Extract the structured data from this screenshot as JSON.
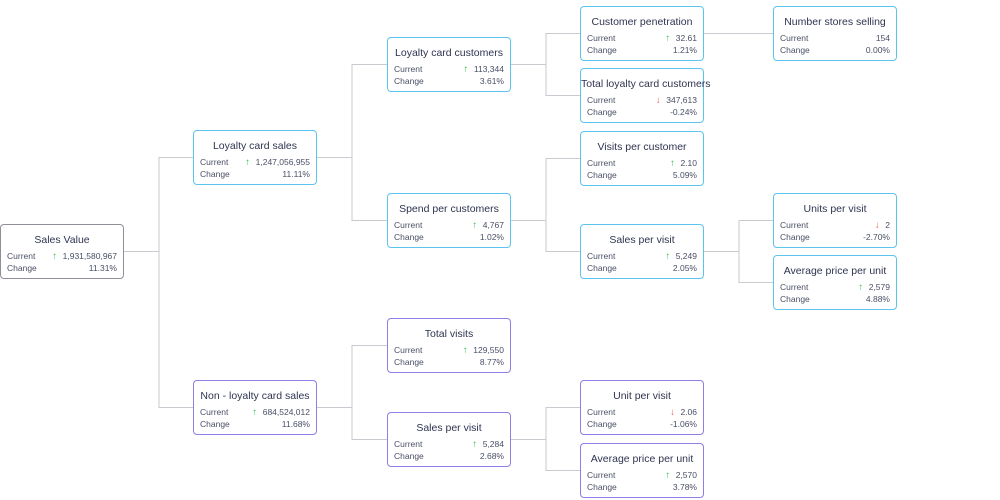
{
  "colors": {
    "blue_border": "#5bc4ef",
    "purple_border": "#8f7ee6",
    "grey_border": "#8f8f97",
    "up_arrow": "#35c24e",
    "down_arrow": "#ee5a4f",
    "connector": "#c9c9cf"
  },
  "labels": {
    "current": "Current",
    "change": "Change"
  },
  "nodes": {
    "sales_value": {
      "title": "Sales Value",
      "current": "1,931,580,967",
      "change": "11.31%",
      "trend": "up",
      "style": "grey"
    },
    "loyalty_card_sales": {
      "title": "Loyalty card sales",
      "current": "1,247,056,955",
      "change": "11.11%",
      "trend": "up",
      "style": "blue"
    },
    "non_loyalty_card_sales": {
      "title": "Non - loyalty card sales",
      "current": "684,524,012",
      "change": "11.68%",
      "trend": "up",
      "style": "purple"
    },
    "loyalty_card_customers": {
      "title": "Loyalty card customers",
      "current": "113,344",
      "change": "3.61%",
      "trend": "up",
      "style": "blue"
    },
    "spend_per_customers": {
      "title": "Spend per customers",
      "current": "4,767",
      "change": "1.02%",
      "trend": "up",
      "style": "blue"
    },
    "total_visits": {
      "title": "Total visits",
      "current": "129,550",
      "change": "8.77%",
      "trend": "up",
      "style": "purple"
    },
    "sales_per_visit_nl": {
      "title": "Sales per visit",
      "current": "5,284",
      "change": "2.68%",
      "trend": "up",
      "style": "purple"
    },
    "customer_penetration": {
      "title": "Customer penetration",
      "current": "32.61",
      "change": "1.21%",
      "trend": "up",
      "style": "blue"
    },
    "total_loyalty_card_customers": {
      "title": "Total loyalty card customers",
      "current": "347,613",
      "change": "-0.24%",
      "trend": "down",
      "style": "blue"
    },
    "visits_per_customer": {
      "title": "Visits per customer",
      "current": "2.10",
      "change": "5.09%",
      "trend": "up",
      "style": "blue"
    },
    "sales_per_visit_l": {
      "title": "Sales per visit",
      "current": "5,249",
      "change": "2.05%",
      "trend": "up",
      "style": "blue"
    },
    "unit_per_visit": {
      "title": "Unit per visit",
      "current": "2.06",
      "change": "-1.06%",
      "trend": "down",
      "style": "purple"
    },
    "average_price_per_unit_nl": {
      "title": "Average price per unit",
      "current": "2,570",
      "change": "3.78%",
      "trend": "up",
      "style": "purple"
    },
    "number_stores_selling": {
      "title": "Number stores selling",
      "current": "154",
      "change": "0.00%",
      "trend": "none",
      "style": "blue"
    },
    "units_per_visit": {
      "title": "Units per visit",
      "current": "2",
      "change": "-2.70%",
      "trend": "down",
      "style": "blue"
    },
    "average_price_per_unit_l": {
      "title": "Average price per unit",
      "current": "2,579",
      "change": "4.88%",
      "trend": "up",
      "style": "blue"
    }
  },
  "edges": [
    [
      "sales_value",
      "loyalty_card_sales"
    ],
    [
      "sales_value",
      "non_loyalty_card_sales"
    ],
    [
      "loyalty_card_sales",
      "loyalty_card_customers"
    ],
    [
      "loyalty_card_sales",
      "spend_per_customers"
    ],
    [
      "non_loyalty_card_sales",
      "total_visits"
    ],
    [
      "non_loyalty_card_sales",
      "sales_per_visit_nl"
    ],
    [
      "loyalty_card_customers",
      "customer_penetration"
    ],
    [
      "loyalty_card_customers",
      "total_loyalty_card_customers"
    ],
    [
      "spend_per_customers",
      "visits_per_customer"
    ],
    [
      "spend_per_customers",
      "sales_per_visit_l"
    ],
    [
      "sales_per_visit_nl",
      "unit_per_visit"
    ],
    [
      "sales_per_visit_nl",
      "average_price_per_unit_nl"
    ],
    [
      "customer_penetration",
      "number_stores_selling"
    ],
    [
      "sales_per_visit_l",
      "units_per_visit"
    ],
    [
      "sales_per_visit_l",
      "average_price_per_unit_l"
    ]
  ]
}
